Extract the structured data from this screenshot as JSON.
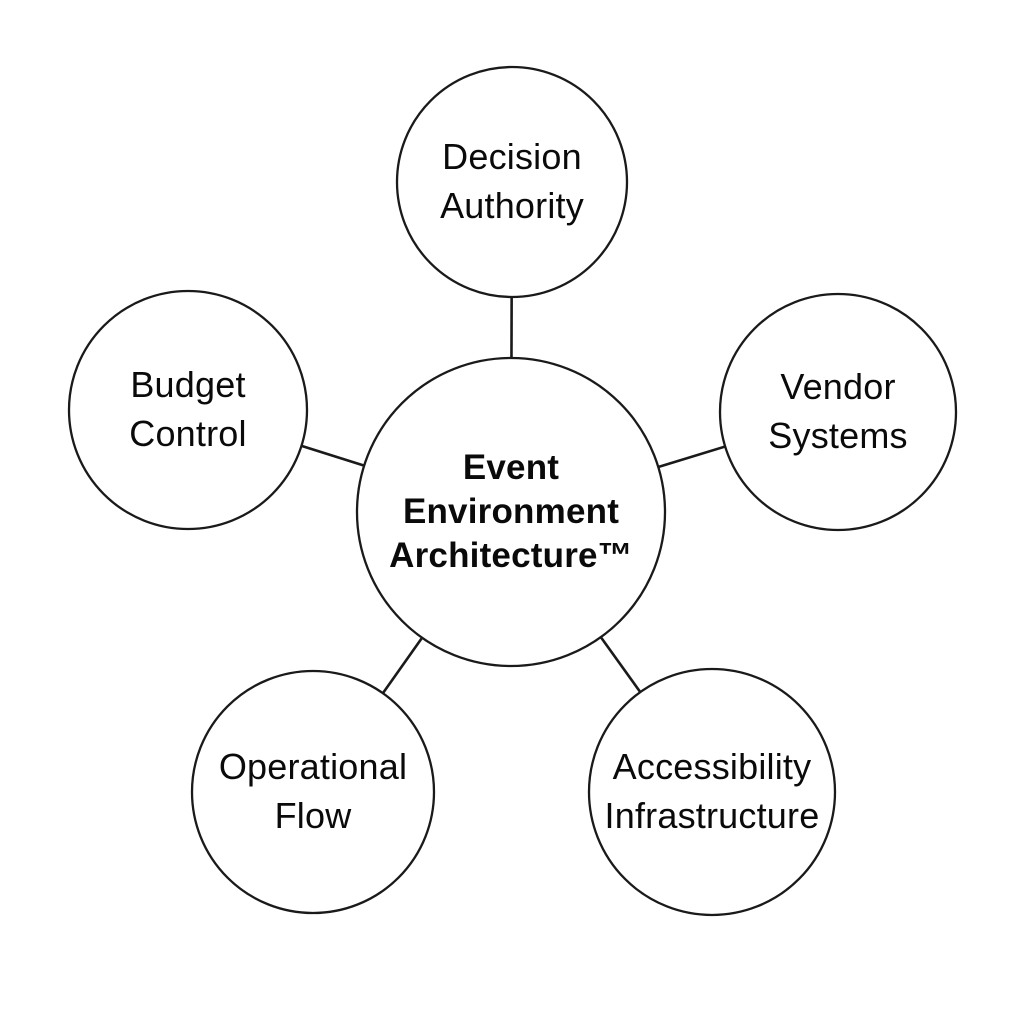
{
  "diagram": {
    "type": "hub-and-spoke mind map",
    "center": {
      "label": "Event Environment Architecture™",
      "lines": [
        "Event",
        "Environment",
        "Architecture™"
      ]
    },
    "nodes": [
      {
        "id": "decision-authority",
        "position": "top",
        "label": "Decision Authority",
        "lines": [
          "Decision",
          "Authority"
        ]
      },
      {
        "id": "budget-control",
        "position": "left",
        "label": "Budget Control",
        "lines": [
          "Budget",
          "Control"
        ]
      },
      {
        "id": "vendor-systems",
        "position": "right",
        "label": "Vendor Systems",
        "lines": [
          "Vendor",
          "Systems"
        ]
      },
      {
        "id": "operational-flow",
        "position": "bottom-left",
        "label": "Operational Flow",
        "lines": [
          "Operational",
          "Flow"
        ]
      },
      {
        "id": "accessibility-infrastructure",
        "position": "bottom-right",
        "label": "Accessibility Infrastructure",
        "lines": [
          "Accessibility",
          "Infrastructure"
        ]
      }
    ],
    "colors": {
      "background": "#ffffff",
      "circle_fill": "#ffffff",
      "stroke": "#1a1a1a",
      "text": "#0a0a0a"
    }
  }
}
